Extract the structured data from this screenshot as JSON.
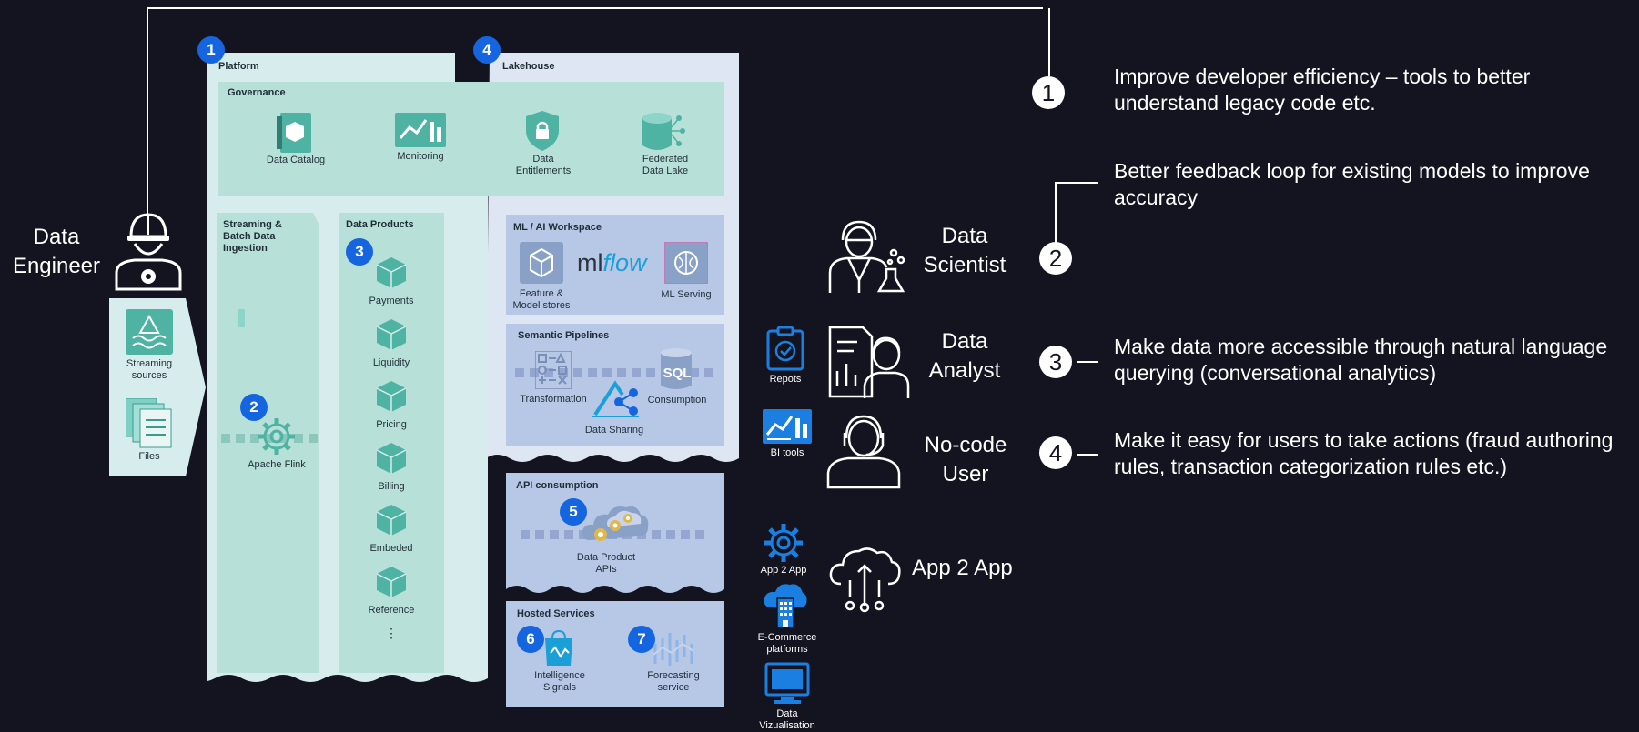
{
  "left": {
    "data_engineer": "Data\nEngineer",
    "streaming_sources": "Streaming\nsources",
    "files": "Files"
  },
  "platform": {
    "badge": "1",
    "title": "Platform",
    "governance": {
      "title": "Governance",
      "items": [
        "Data Catalog",
        "Monitoring",
        "Data\nEntitlements",
        "Federated\nData Lake"
      ]
    },
    "ingestion": {
      "title": "Streaming &\nBatch Data\nIngestion",
      "badge": "2",
      "tool": "Apache Flink"
    },
    "products": {
      "title": "Data Products",
      "badge": "3",
      "items": [
        "Payments",
        "Liquidity",
        "Pricing",
        "Billing",
        "Embeded",
        "Reference"
      ],
      "more": "⋮"
    }
  },
  "lakehouse": {
    "badge": "4",
    "title": "Lakehouse",
    "ml": {
      "title": "ML / AI Workspace",
      "feature": "Feature &\nModel stores",
      "mlflow_ml": "ml",
      "mlflow_flow": "flow",
      "serving": "ML Serving"
    },
    "semantic": {
      "title": "Semantic Pipelines",
      "transformation": "Transformation",
      "sql": "SQL",
      "consumption": "Consumption",
      "sharing": "Data Sharing"
    }
  },
  "api": {
    "title": "API consumption",
    "badge": "5",
    "label": "Data Product\nAPIs"
  },
  "hosted": {
    "title": "Hosted Services",
    "badge6": "6",
    "signals": "Intelligence\nSignals",
    "badge7": "7",
    "forecast": "Forecasting\nservice"
  },
  "consumers": {
    "repots": "Repots",
    "bi": "BI tools",
    "app2app": "App 2 App",
    "ecom": "E-Commerce\nplatforms",
    "viz": "Data\nVizualisation"
  },
  "roles": {
    "scientist": "Data\nScientist",
    "analyst": "Data\nAnalyst",
    "nocode": "No-code\nUser",
    "app": "App 2 App"
  },
  "goals": [
    {
      "num": "1",
      "text": "Improve developer efficiency – tools to better\nunderstand legacy code etc."
    },
    {
      "num": "2",
      "text": "Better feedback loop for existing models to improve\naccuracy"
    },
    {
      "num": "3",
      "text": "Make data more accessible through natural language\nquerying (conversational analytics)"
    },
    {
      "num": "4",
      "text": "Make it easy for users to take actions (fraud authoring\nrules, transaction categorization rules etc.)"
    }
  ],
  "colors": {
    "background": "#13141f",
    "platform": "#d7ecec",
    "governance": "#b7e0d8",
    "lakehouse": "#dfe6f3",
    "panel_blue": "#b7c7e6",
    "badge_blue": "#1565e0",
    "teal_icon": "#4fb3a4"
  }
}
